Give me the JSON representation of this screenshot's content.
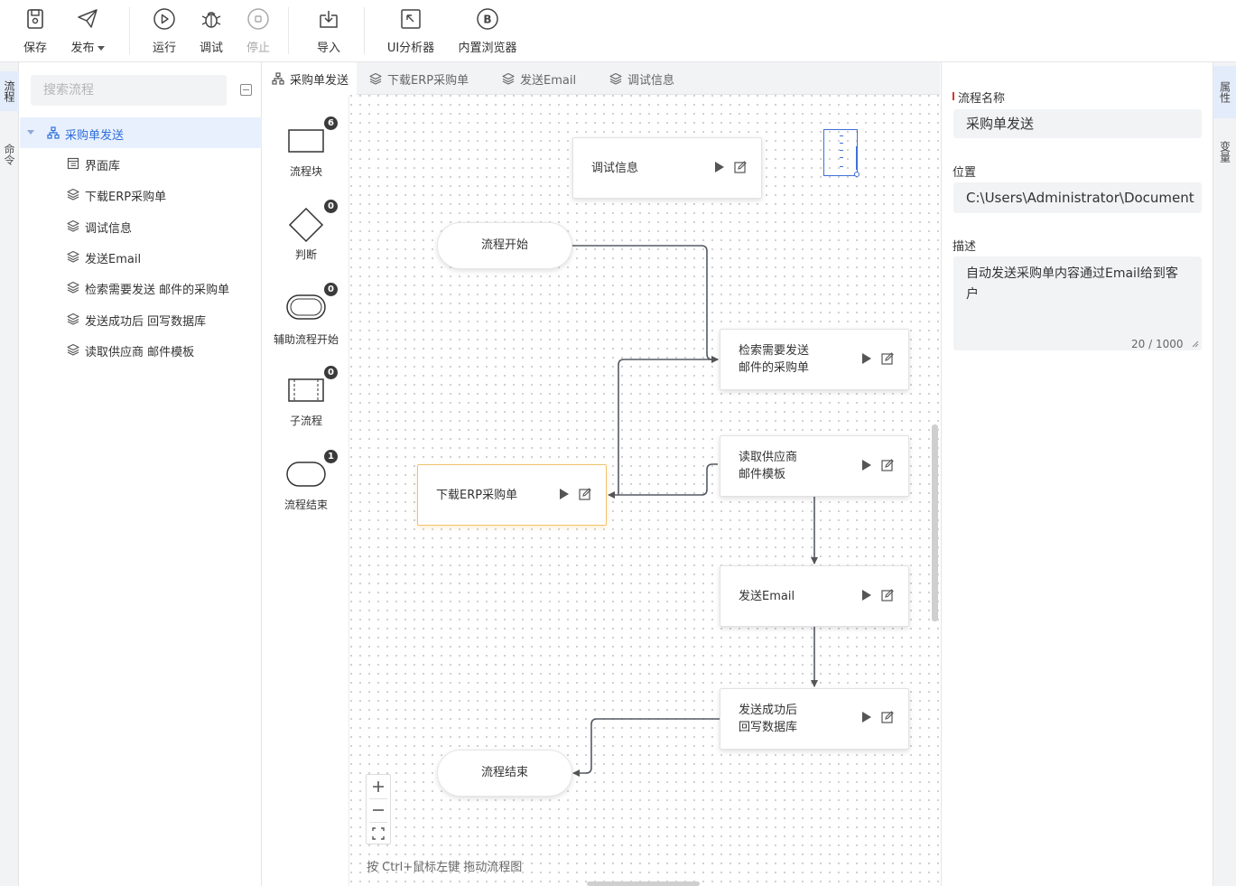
{
  "toolbar": {
    "save": "保存",
    "publish": "发布",
    "run": "运行",
    "debug": "调试",
    "stop": "停止",
    "import": "导入",
    "ui_analyzer": "UI分析器",
    "builtin_browser": "内置浏览器"
  },
  "left_strip": {
    "tab1": "流程",
    "tab2": "命令"
  },
  "tree": {
    "search_placeholder": "搜索流程",
    "root": "采购单发送",
    "items": [
      "界面库",
      "下载ERP采购单",
      "调试信息",
      "发送Email",
      "检索需要发送 邮件的采购单",
      "发送成功后 回写数据库",
      "读取供应商 邮件模板"
    ]
  },
  "tabs": [
    "采购单发送",
    "下载ERP采购单",
    "发送Email",
    "调试信息"
  ],
  "palette": [
    {
      "label": "流程块",
      "badge": "6"
    },
    {
      "label": "判断",
      "badge": "0"
    },
    {
      "label": "辅助流程开始",
      "badge": "0"
    },
    {
      "label": "子流程",
      "badge": "0"
    },
    {
      "label": "流程结束",
      "badge": "1"
    }
  ],
  "canvas": {
    "start": "流程开始",
    "end": "流程结束",
    "debug_node": "调试信息",
    "node_search_l1": "检索需要发送",
    "node_search_l2": "邮件的采购单",
    "node_read_l1": "读取供应商",
    "node_read_l2": "邮件模板",
    "node_download": "下载ERP采购单",
    "node_email": "发送Email",
    "node_writeback_l1": "发送成功后",
    "node_writeback_l2": "回写数据库",
    "hint": "按 Ctrl+鼠标左键 拖动流程图"
  },
  "properties": {
    "name_label": "流程名称",
    "name_value": "采购单发送",
    "location_label": "位置",
    "location_value": "C:\\Users\\Administrator\\Document",
    "desc_label": "描述",
    "desc_value": "自动发送采购单内容通过Email给到客户",
    "counter": "20 / 1000"
  },
  "right_strip": {
    "tab1": "属性",
    "tab2": "变量"
  }
}
